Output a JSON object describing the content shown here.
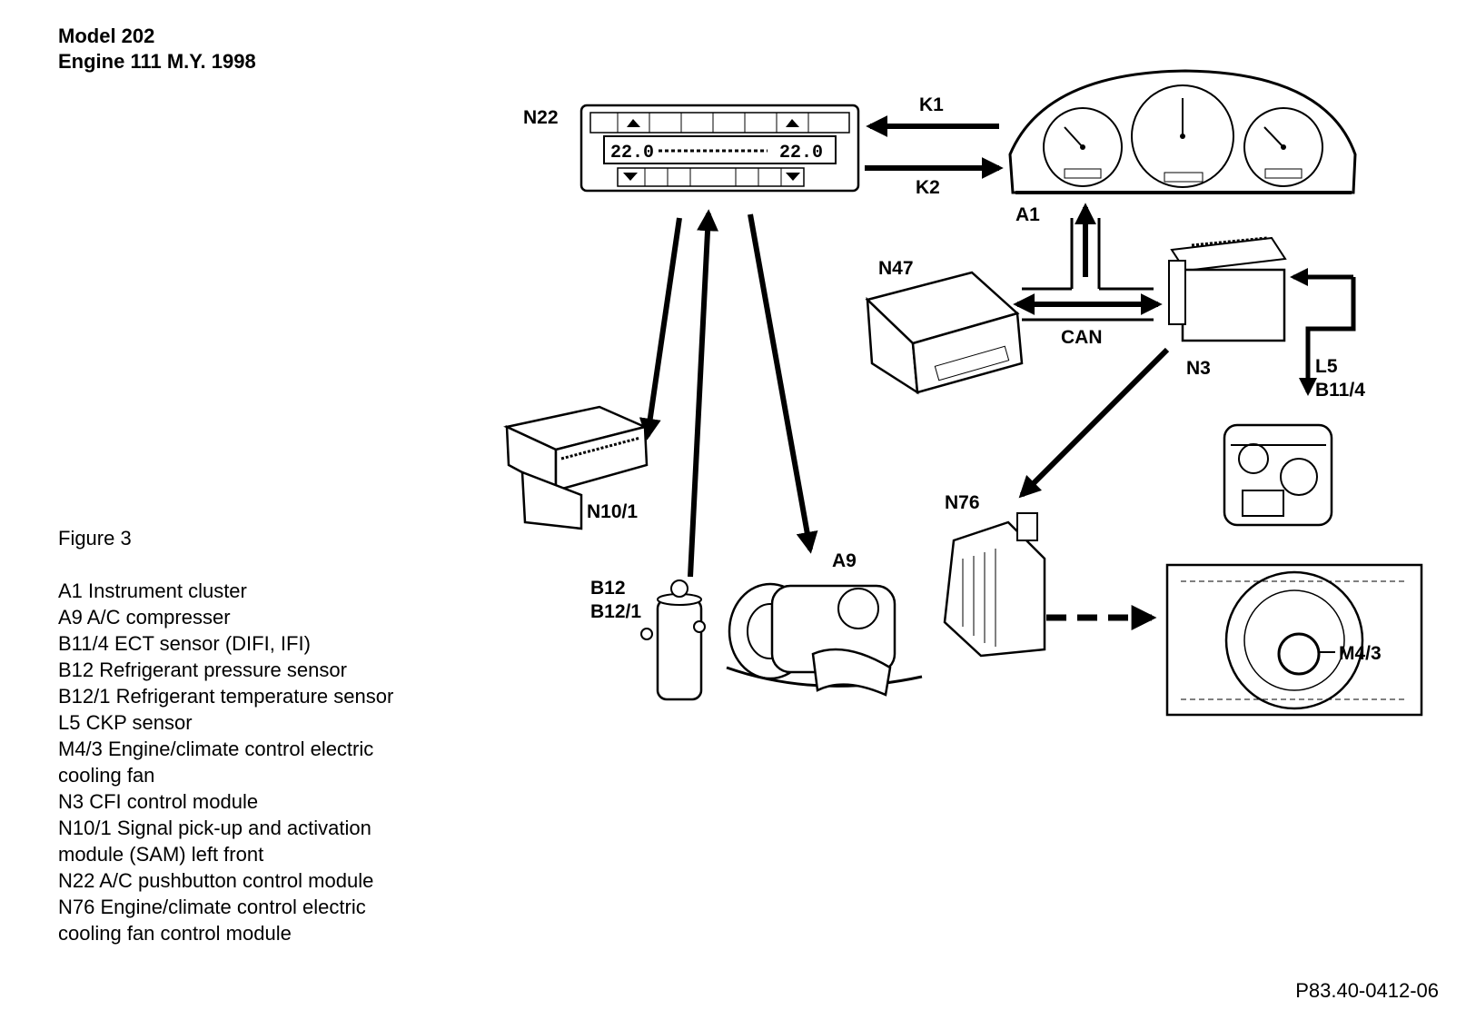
{
  "header": {
    "model": "Model 202",
    "engine": "Engine 111 M.Y. 1998"
  },
  "figure_caption": "Figure 3",
  "legend": [
    "A1 Instrument cluster",
    "A9 A/C compresser",
    "B11/4 ECT sensor (DIFI, IFI)",
    "B12 Refrigerant pressure sensor",
    "B12/1 Refrigerant temperature sensor",
    "L5 CKP sensor",
    "M4/3 Engine/climate control electric cooling fan",
    "N3 CFI control module",
    "N10/1 Signal pick-up and activation module (SAM) left front",
    "N22 A/C pushbutton control module",
    "N76 Engine/climate control electric cooling fan control module"
  ],
  "reference_code": "P83.40-0412-06",
  "diagram": {
    "labels": {
      "n22": "N22",
      "k1": "K1",
      "k2": "K2",
      "a1": "A1",
      "n47": "N47",
      "can": "CAN",
      "n3": "N3",
      "l5": "L5",
      "b11_4": "B11/4",
      "n10_1": "N10/1",
      "b12": "B12",
      "b12_1": "B12/1",
      "a9": "A9",
      "n76": "N76",
      "m4_3": "M4/3"
    },
    "display_left": "22.0",
    "display_right": "22.0"
  }
}
